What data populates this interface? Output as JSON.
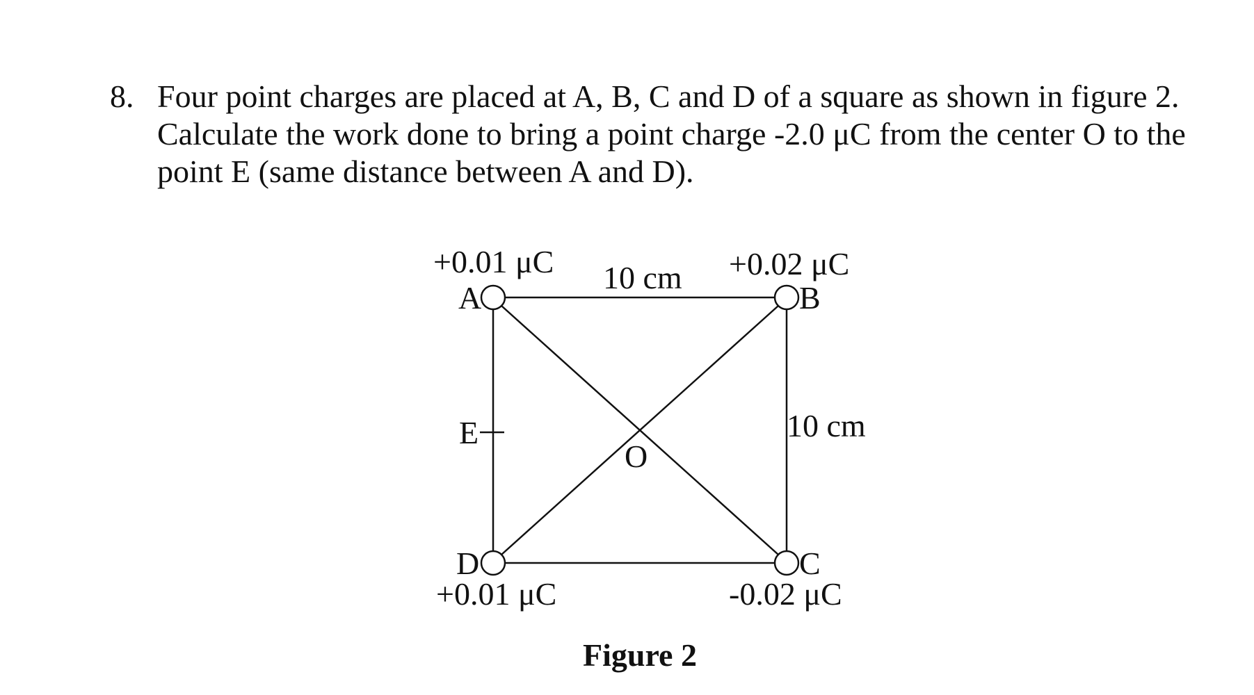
{
  "question": {
    "number": "8.",
    "lines": [
      "Four point charges are placed at A, B, C and D of a square as shown in figure 2.",
      "Calculate the work done to bring a point charge -2.0 μC from the center O to the",
      "point E (same distance between A and D)."
    ]
  },
  "figure": {
    "caption": "Figure 2",
    "points": {
      "A": {
        "label": "A",
        "charge": "+0.01 μC"
      },
      "B": {
        "label": "B",
        "charge": "+0.02 μC"
      },
      "C": {
        "label": "C",
        "charge": "-0.02 μC"
      },
      "D": {
        "label": "D",
        "charge": "+0.01 μC"
      },
      "O": {
        "label": "O"
      },
      "E": {
        "label": "E"
      }
    },
    "dimensions": {
      "top_side": "10 cm",
      "right_side": "10 cm"
    }
  }
}
